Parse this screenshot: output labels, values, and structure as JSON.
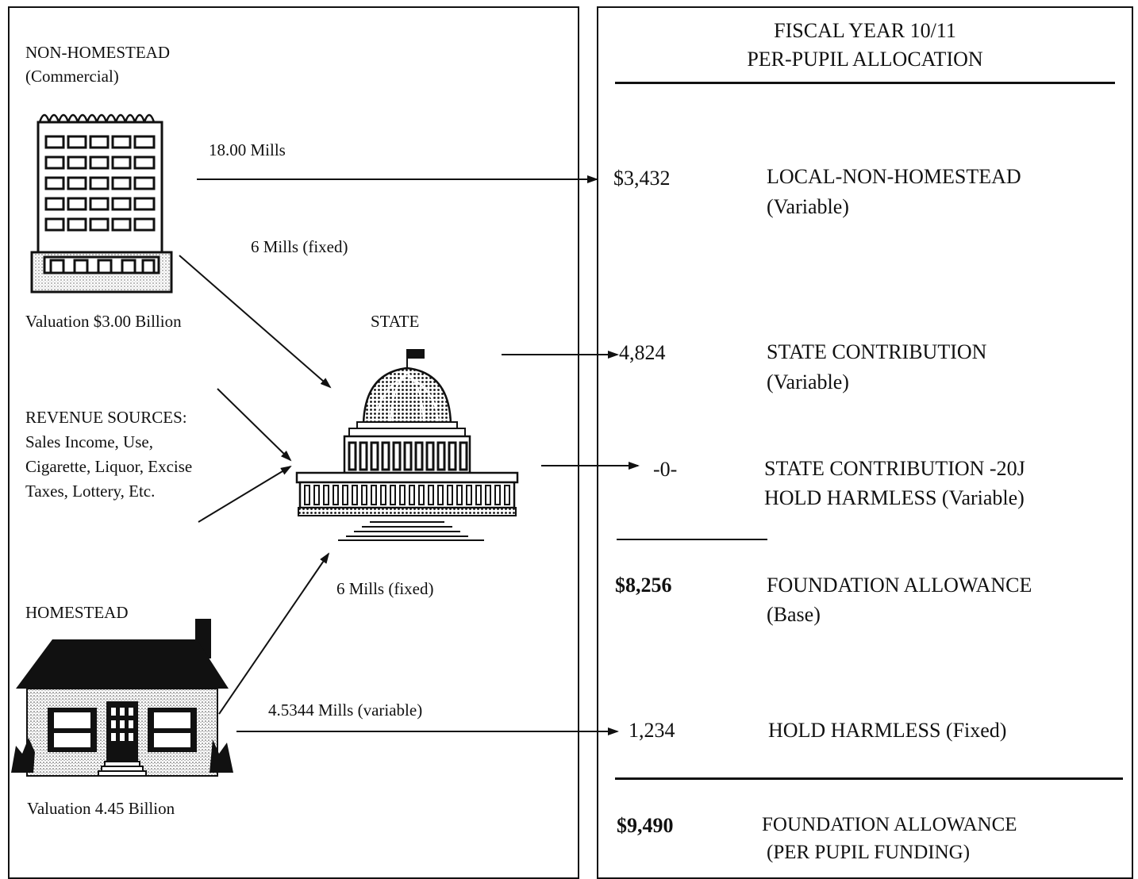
{
  "left": {
    "nonhomestead_title": "NON-HOMESTEAD",
    "nonhomestead_sub": "(Commercial)",
    "mills_18": "18.00 Mills",
    "mills_6_top": "6 Mills (fixed)",
    "valuation_commercial": "Valuation $3.00 Billion",
    "state_label": "STATE",
    "revenue_title": "REVENUE SOURCES:",
    "revenue_line1": "Sales Income, Use,",
    "revenue_line2": "Cigarette, Liquor, Excise",
    "revenue_line3": "Taxes, Lottery, Etc.",
    "homestead_title": "HOMESTEAD",
    "mills_6_bottom": "6 Mills (fixed)",
    "mills_variable": "4.5344 Mills (variable)",
    "valuation_home": "Valuation 4.45 Billion"
  },
  "right": {
    "header_line1": "FISCAL YEAR 10/11",
    "header_line2": "PER-PUPIL ALLOCATION",
    "rows": [
      {
        "amount": "$3,432",
        "label1": "LOCAL-NON-HOMESTEAD",
        "label2": "(Variable)"
      },
      {
        "amount": "4,824",
        "label1": "STATE CONTRIBUTION",
        "label2": "(Variable)"
      },
      {
        "amount": "-0-",
        "label1": "STATE CONTRIBUTION -20J",
        "label2": "HOLD HARMLESS (Variable)"
      },
      {
        "amount": "$8,256",
        "label1": "FOUNDATION ALLOWANCE",
        "label2": "(Base)"
      },
      {
        "amount": "1,234",
        "label1": "HOLD HARMLESS (Fixed)",
        "label2": ""
      },
      {
        "amount": "$9,490",
        "label1": "FOUNDATION ALLOWANCE",
        "label2": "(PER PUPIL FUNDING)"
      }
    ]
  },
  "icons": {
    "building": "office-building-icon",
    "capitol": "capitol-building-icon",
    "house": "house-icon"
  }
}
